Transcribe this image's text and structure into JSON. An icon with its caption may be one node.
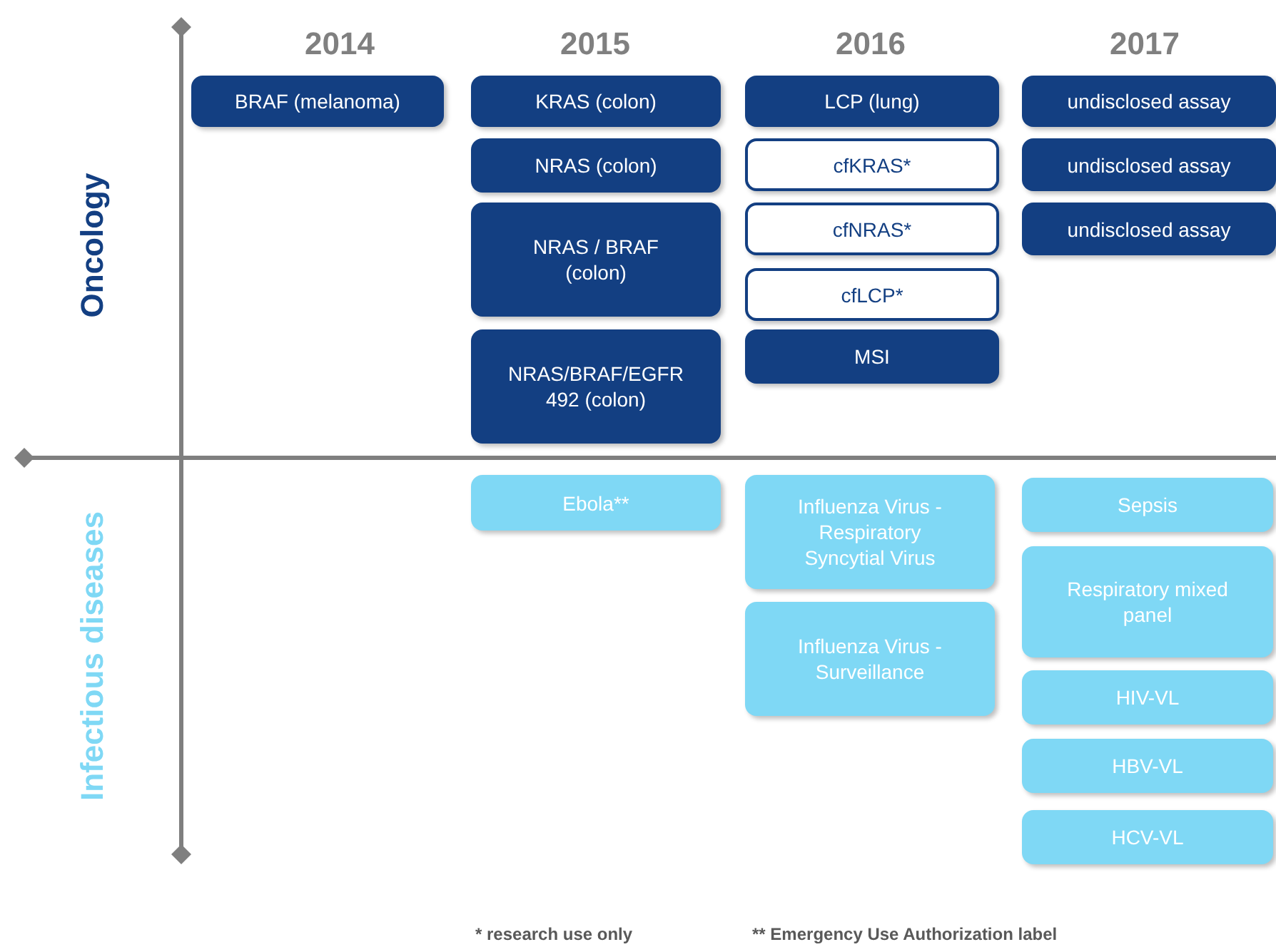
{
  "diagram": {
    "nodes": [
      {
        "text": [
          "BRAF (melanoma)"
        ]
      },
      {
        "text": [
          "KRAS (colon)"
        ]
      },
      {
        "text": [
          "NRAS (colon)"
        ]
      },
      {
        "text": [
          "NRAS / BRAF (colon)"
        ]
      },
      {
        "text": [
          "NRAS/BRAF/EGFR 492 (colon)"
        ]
      },
      {
        "text": [
          "LCP (lung)"
        ]
      },
      {
        "text": [
          "cfKRAS*"
        ]
      },
      {
        "text": [
          "cfNRAS*"
        ]
      },
      {
        "text": [
          "cfLCP*"
        ]
      },
      {
        "text": [
          "MSI"
        ]
      },
      {
        "text": [
          "undisclosed assay"
        ]
      },
      {
        "text": [
          "undisclosed assay"
        ]
      },
      {
        "text": [
          "undisclosed assay"
        ]
      },
      {
        "text": [
          "Ebola**"
        ]
      },
      {
        "text": [
          "Influenza Virus - Respiratory Syncytial Virus"
        ]
      },
      {
        "text": [
          "Influenza Virus - Surveillance"
        ]
      },
      {
        "text": [
          "Sepsis"
        ]
      },
      {
        "text": [
          "Respiratory mixed panel"
        ]
      },
      {
        "text": [
          "HIV-VL"
        ]
      },
      {
        "text": [
          "HBV-VL"
        ]
      },
      {
        "text": [
          "HCV-VL"
        ]
      }
    ],
    "labels": [
      "2014",
      "2015",
      "2016",
      "2017",
      "Oncology",
      "Infectious diseases",
      "* research use only",
      "** Emergency Use Authorization label"
    ]
  }
}
